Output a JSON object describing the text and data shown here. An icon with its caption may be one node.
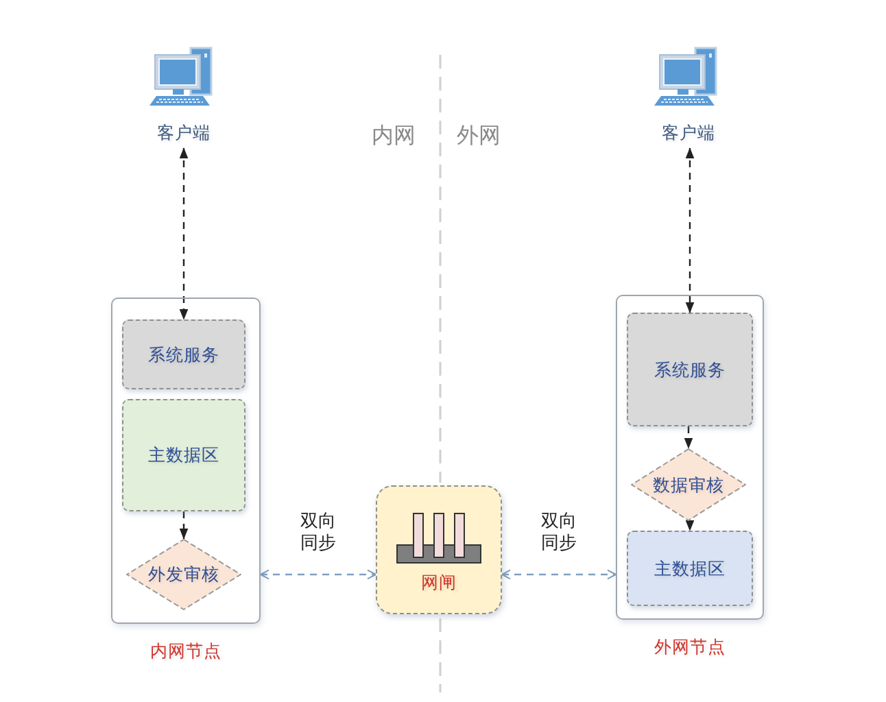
{
  "diagram": {
    "nodes": [
      {
        "text": [
          "客户端"
        ]
      },
      {
        "text": [
          "客户端"
        ]
      },
      {
        "text": [
          "内网节点"
        ]
      },
      {
        "text": [
          "系统服务"
        ],
        "in": 2
      },
      {
        "text": [
          "主数据区"
        ],
        "in": 2
      },
      {
        "text": [
          "外发审核"
        ],
        "in": 2
      },
      {
        "text": [
          "网闸"
        ]
      },
      {
        "text": [
          "外网节点"
        ]
      },
      {
        "text": [
          "系统服务"
        ],
        "in": 7
      },
      {
        "text": [
          "数据审核"
        ],
        "in": 7
      },
      {
        "text": [
          "主数据区"
        ],
        "in": 7
      }
    ],
    "edges": [
      {
        "from": 0,
        "to": 3,
        "arrow": "both",
        "style": "dashed"
      },
      {
        "from": 1,
        "to": 8,
        "arrow": "both",
        "style": "dashed"
      },
      {
        "from": 4,
        "to": 5,
        "arrow": "to",
        "style": "dashed"
      },
      {
        "from": 8,
        "to": 9,
        "arrow": "to",
        "style": "dashed"
      },
      {
        "from": 9,
        "to": 10,
        "arrow": "to",
        "style": "dashed"
      },
      {
        "from": 2,
        "to": 6,
        "arrow": "both",
        "style": "dashed",
        "color": "#7f9fbf",
        "label": "双向同步"
      },
      {
        "from": 6,
        "to": 7,
        "arrow": "both",
        "style": "dashed",
        "color": "#7f9fbf",
        "label": "双向同步"
      }
    ],
    "labels": [
      "内网",
      "外网"
    ]
  }
}
